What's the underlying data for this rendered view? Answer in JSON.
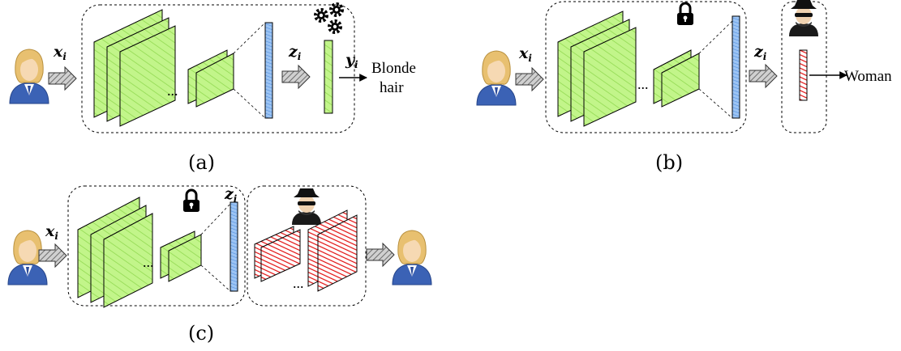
{
  "panels": {
    "a": {
      "caption": "(a)",
      "input": "x",
      "input_sub": "i",
      "encoding": "z",
      "encoding_sub": "i",
      "output": "y",
      "output_sub": "i",
      "result": [
        "Blonde",
        "hair"
      ],
      "dots": "..."
    },
    "b": {
      "caption": "(b)",
      "input": "x",
      "input_sub": "i",
      "encoding": "z",
      "encoding_sub": "i",
      "result": "Woman",
      "dots": "..."
    },
    "c": {
      "caption": "(c)",
      "input": "x",
      "input_sub": "i",
      "encoding": "z",
      "encoding_sub": "i",
      "dots_left": "...",
      "dots_right": "..."
    }
  },
  "colors": {
    "feature_green": "#b3f07a",
    "feature_green_stroke": "#7cc43a",
    "encoding_blue": "#7fb2f0",
    "decoder_red": "#ee1111",
    "arrow_gray": "#888888",
    "hair": "#e8c070",
    "skin": "#f6d9b3",
    "jacket": "#3b62b5"
  },
  "icons": [
    "user-avatar",
    "gear-icon",
    "lock-icon",
    "hacker-icon",
    "hatched-arrow"
  ]
}
